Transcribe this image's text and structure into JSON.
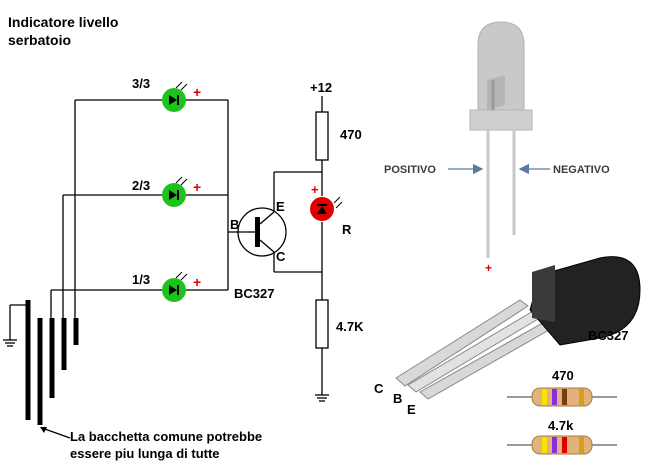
{
  "title": [
    "Indicatore livello",
    "serbatoio"
  ],
  "level_labels": [
    "3/3",
    "2/3",
    "1/3"
  ],
  "supply": "+12",
  "resistor_top": "470",
  "resistor_bottom": "4.7K",
  "led_red_label": "R",
  "transistor": {
    "base": "B",
    "emitter": "E",
    "collector": "C",
    "model": "BC327"
  },
  "polarity_mark": "+",
  "note": [
    "La bacchetta comune potrebbe",
    "essere piu lunga di tutte"
  ],
  "led_diagram": {
    "positive_label": "POSITIVO",
    "negative_label": "NEGATIVO",
    "plus": "+"
  },
  "package": {
    "model": "BC327",
    "pins": [
      "C",
      "B",
      "E"
    ]
  },
  "resistor_parts": [
    {
      "value": "470",
      "bands": [
        "#f5e400",
        "#8a2be2",
        "#7a3b12",
        "#d4a017"
      ]
    },
    {
      "value": "4.7k",
      "bands": [
        "#f5e400",
        "#8a2be2",
        "#e00000",
        "#d4a017"
      ]
    }
  ],
  "colors": {
    "led_green": "#1ec21e",
    "led_red": "#e00000",
    "wire": "#000000",
    "plus": "#e00000",
    "lead": "#c8c8c8"
  },
  "icons": [
    "green-led-icon",
    "red-led-icon",
    "pnp-transistor-icon",
    "resistor-icon",
    "ground-icon",
    "led-component-icon",
    "to92-transistor-icon",
    "arrow-icon"
  ]
}
